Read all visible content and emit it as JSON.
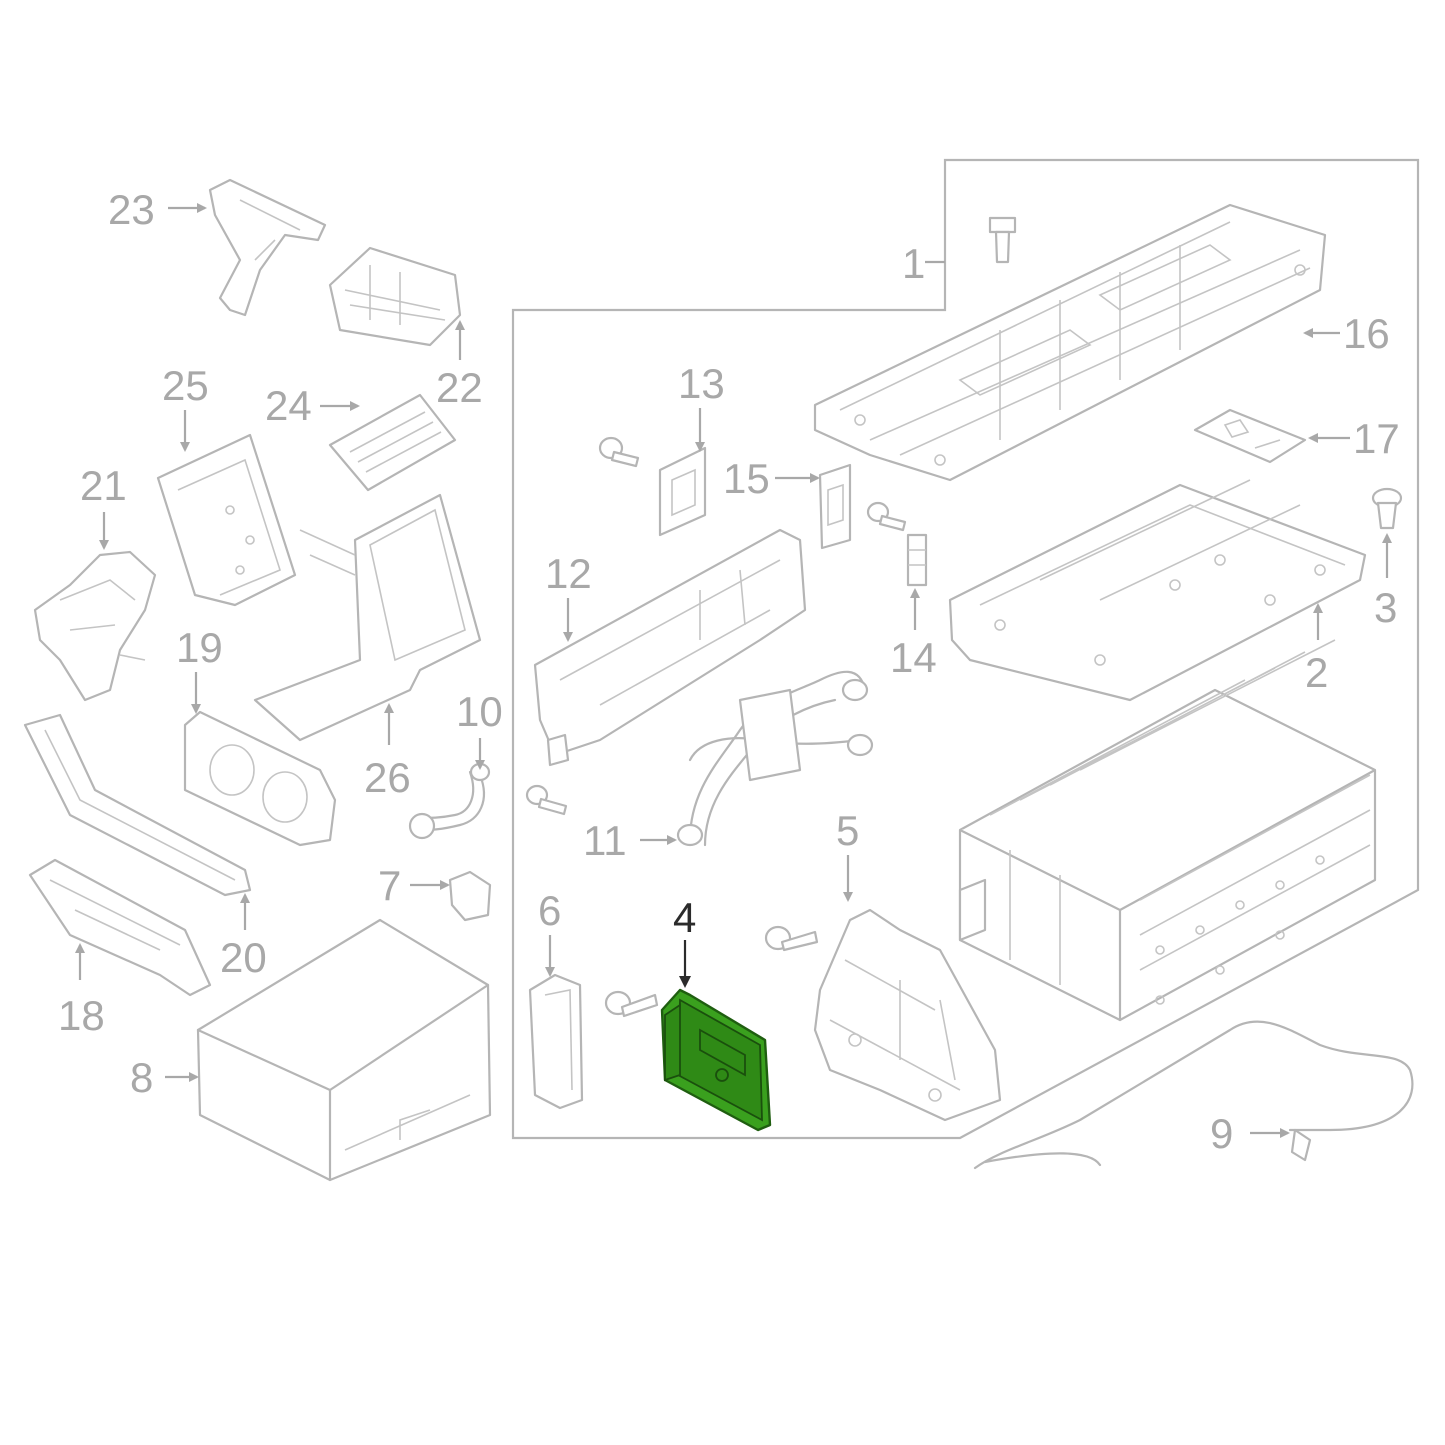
{
  "diagram": {
    "highlight_color": "#3aa01e",
    "label_color": "#a8a8a8",
    "highlight_label_color": "#2b2b2b",
    "callouts": {
      "c1": "1",
      "c2": "2",
      "c3": "3",
      "c4": "4",
      "c5": "5",
      "c6": "6",
      "c7": "7",
      "c8": "8",
      "c9": "9",
      "c10": "10",
      "c11": "11",
      "c12": "12",
      "c13": "13",
      "c14": "14",
      "c15": "15",
      "c16": "16",
      "c17": "17",
      "c18": "18",
      "c19": "19",
      "c20": "20",
      "c21": "21",
      "c22": "22",
      "c23": "23",
      "c24": "24",
      "c25": "25",
      "c26": "26"
    },
    "highlighted_part": "4"
  }
}
